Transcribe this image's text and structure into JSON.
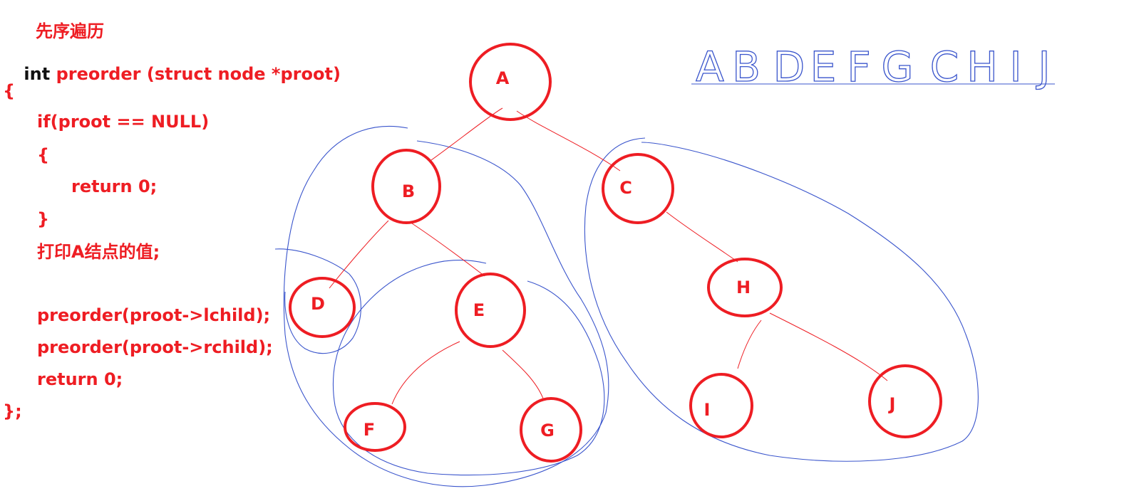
{
  "code": {
    "heading": "先序遍历",
    "signature_type": "int",
    "signature_rest": "preorder (struct node *proot)",
    "open_brace": "{",
    "if_line": "if(proot == NULL)",
    "if_open": "{",
    "return_zero_inner": "return 0;",
    "if_close": "}",
    "print_line": "打印A结点的值;",
    "call_left": "preorder(proot->lchild);",
    "call_right": "preorder(proot->rchild);",
    "return_zero": "return 0;",
    "close_brace": "};"
  },
  "tree": {
    "nodes": [
      "A",
      "B",
      "C",
      "D",
      "E",
      "F",
      "G",
      "H",
      "I",
      "J"
    ],
    "edges": [
      [
        "A",
        "B"
      ],
      [
        "A",
        "C"
      ],
      [
        "B",
        "D"
      ],
      [
        "B",
        "E"
      ],
      [
        "E",
        "F"
      ],
      [
        "E",
        "G"
      ],
      [
        "C",
        "H"
      ],
      [
        "H",
        "I"
      ],
      [
        "H",
        "J"
      ]
    ]
  },
  "traversal_sequence": [
    "A",
    "B",
    "D",
    "E",
    "F",
    "G",
    "C",
    "H",
    "I",
    "J"
  ],
  "colors": {
    "code": "#ee1d23",
    "node": "#ee1d23",
    "edge": "#ee1d23",
    "annotation": "#3a55cc"
  }
}
